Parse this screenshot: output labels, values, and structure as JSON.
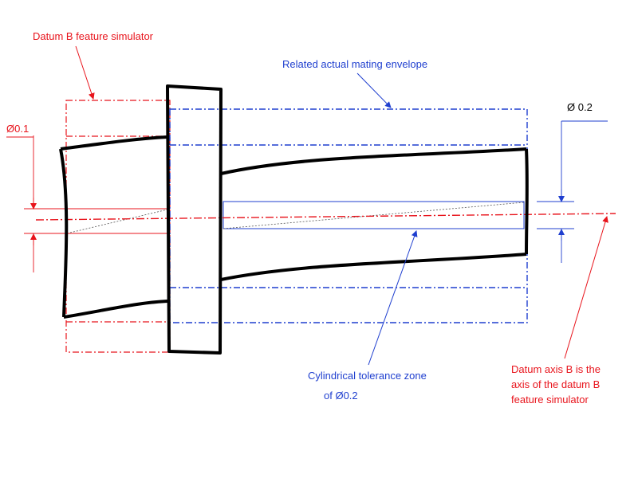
{
  "labels": {
    "datum_b_simulator": "Datum B feature simulator",
    "mating_envelope": "Related actual mating envelope",
    "dia_datum": "Ø0.1",
    "dia_zone": "Ø 0.2",
    "tolerance_zone_line1": "Cylindrical tolerance zone",
    "tolerance_zone_line2": "of Ø0.2",
    "datum_axis_line1": "Datum axis B is the",
    "datum_axis_line2": "axis of the datum B",
    "datum_axis_line3": "feature simulator"
  },
  "colors": {
    "datum": "#e8141c",
    "tolerance": "#1f3fcf",
    "part_outline": "#000000",
    "background": "#ffffff"
  }
}
